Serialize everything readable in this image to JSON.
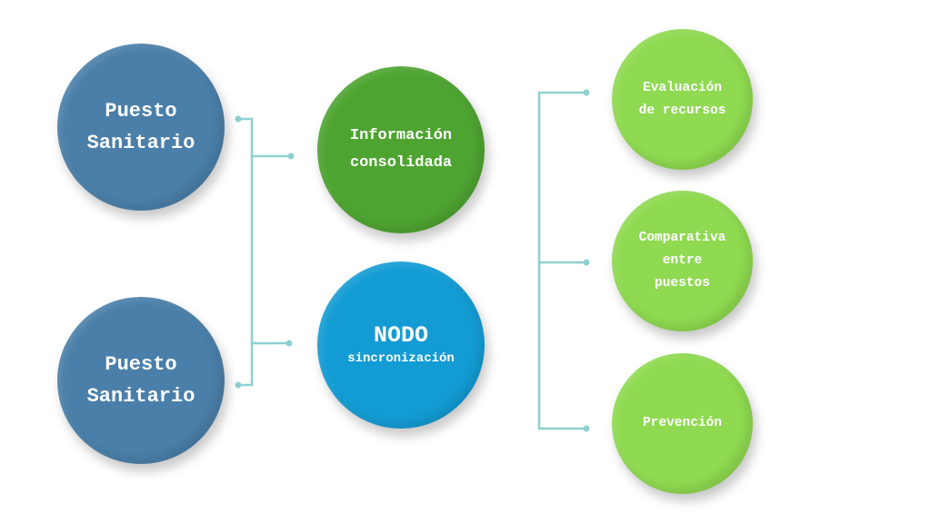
{
  "colors": {
    "puesto": "#4a7fa9",
    "informacion": "#4ea431",
    "nodo": "#139cd4",
    "outputs": "#8fda50",
    "connector": "#8fd0d0"
  },
  "sources": [
    {
      "line1": "Puesto",
      "line2": "Sanitario"
    },
    {
      "line1": "Puesto",
      "line2": "Sanitario"
    }
  ],
  "center": {
    "informacion": {
      "line1": "Información",
      "line2": "consolidada"
    },
    "nodo": {
      "title": "NODO",
      "subtitle": "sincronización"
    }
  },
  "outputs": [
    {
      "line1": "Evaluación",
      "line2": "de recursos"
    },
    {
      "line1": "Comparativa",
      "line2": "entre",
      "line3": "puestos"
    },
    {
      "line1": "Prevención"
    }
  ]
}
